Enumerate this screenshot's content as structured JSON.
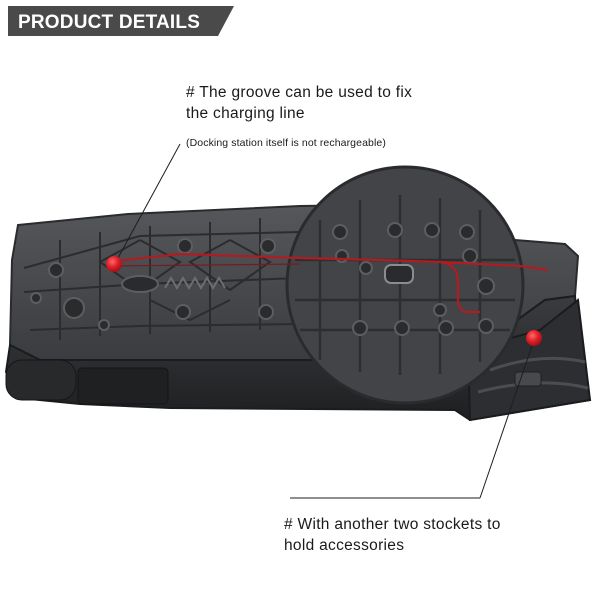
{
  "banner": {
    "label": "PRODUCT DETAILS",
    "color": "#4a4a4a"
  },
  "callouts": {
    "groove": {
      "line1": "# The groove can be used to fix",
      "line2": "the charging line",
      "note": "(Docking station itself is not rechargeable)",
      "marker_color": "#e0202a"
    },
    "sockets": {
      "line1": "# With another two stockets to",
      "line2": "hold accessories",
      "marker_color": "#e0202a"
    }
  },
  "colors": {
    "body": "#3d3f42",
    "body_dark": "#27292b",
    "body_light": "#5a5c5f",
    "wire": "#b01c22"
  }
}
